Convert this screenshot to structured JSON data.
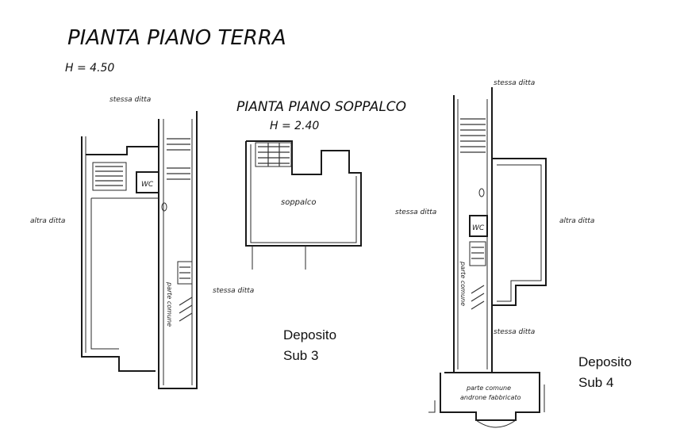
{
  "ground_floor": {
    "title": "PIANTA PIANO TERRA",
    "height": "H = 4.50",
    "label_top": "stessa ditta",
    "label_left": "altra ditta",
    "label_right": "stessa ditta",
    "label_common": "parte comune",
    "wc": "WC"
  },
  "mezzanine": {
    "title": "PIANTA PIANO SOPPALCO",
    "height": "H = 2.40",
    "room": "soppalco"
  },
  "sub3": {
    "line1": "Deposito",
    "line2": "Sub 3"
  },
  "right_plan": {
    "label_top": "stessa ditta",
    "label_left": "stessa ditta",
    "label_right": "altra ditta",
    "label_bottom": "stessa ditta",
    "label_common": "parte comune",
    "wc": "WC",
    "lower_line1": "parte comune",
    "lower_line2": "androne fabbricato"
  },
  "sub4": {
    "line1": "Deposito",
    "line2": "Sub 4"
  }
}
